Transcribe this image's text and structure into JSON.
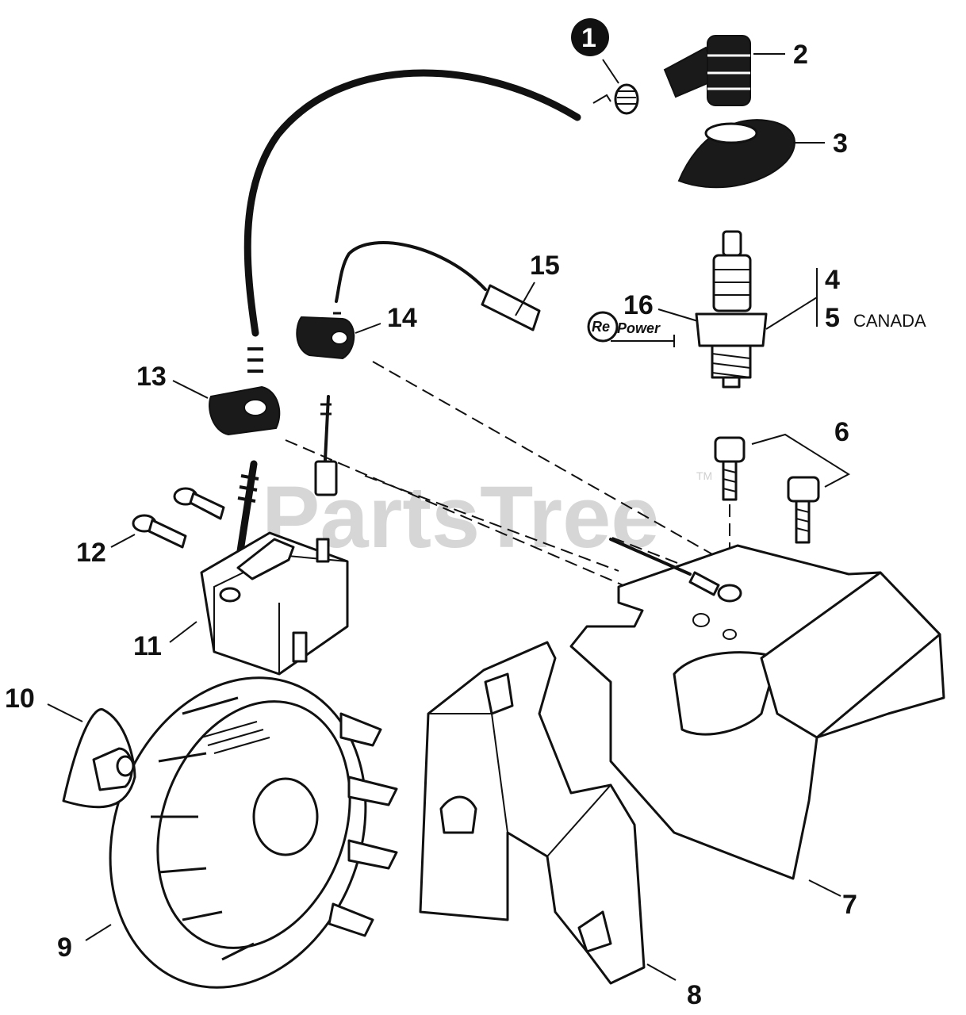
{
  "watermark": {
    "text": "PartsTree",
    "trademark": "TM"
  },
  "callouts": {
    "c1": "1",
    "c2": "2",
    "c3": "3",
    "c4": "4",
    "c5": "5",
    "c6": "6",
    "c7": "7",
    "c8": "8",
    "c9": "9",
    "c10": "10",
    "c11": "11",
    "c12": "12",
    "c13": "13",
    "c14": "14",
    "c15": "15",
    "c16": "16"
  },
  "notes": {
    "canada": "CANADA"
  },
  "logo": {
    "re": "Re",
    "power": "Power"
  },
  "icons": {
    "spring": "spring-clip-icon",
    "boot": "spark-plug-boot-icon",
    "grommet": "grommet-icon",
    "spark_plug": "spark-plug-icon",
    "screw": "screw-icon",
    "coil": "ignition-coil-icon",
    "flywheel": "flywheel-icon",
    "cover": "fan-cover-icon",
    "plate": "heat-shield-plate-icon"
  },
  "colors": {
    "ink": "#111111",
    "watermark": "#d6d6d6",
    "background": "#ffffff"
  }
}
